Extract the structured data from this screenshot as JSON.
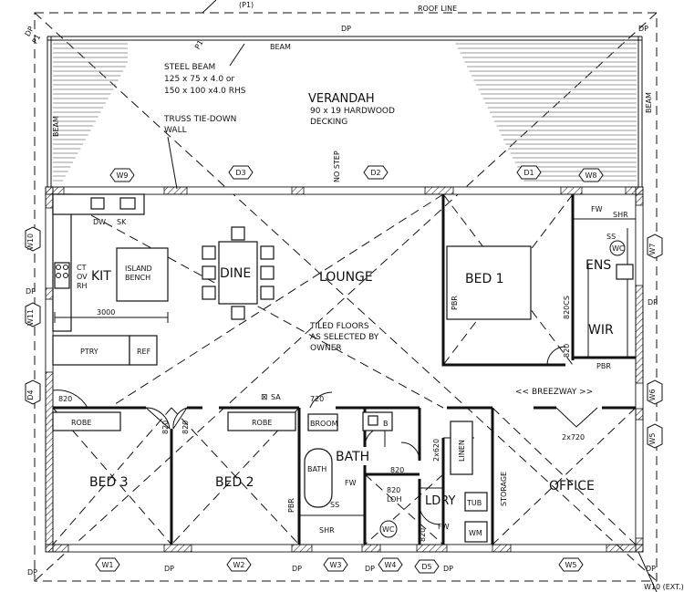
{
  "top_labels": {
    "p1_top": "(P1)",
    "roof_line": "ROOF LINE",
    "p1_left": "P1",
    "p1_mid": "P1"
  },
  "verandah": {
    "beam_top": "BEAM",
    "beam_left": "BEAM",
    "beam_right": "BEAM",
    "steel_beam": [
      "STEEL BEAM",
      "125 x 75 x 4.0 or",
      "150 x 100 x4.0 RHS"
    ],
    "title": "VERANDAH",
    "decking": [
      "90 x 19 HARDWOOD",
      "DECKING"
    ],
    "truss": [
      "TRUSS TIE-DOWN",
      "WALL"
    ],
    "no_step": "NO STEP"
  },
  "rooms": {
    "kit": "KIT",
    "island": [
      "ISLAND",
      "BENCH"
    ],
    "dine": "DINE",
    "lounge": "LOUNGE",
    "bed1": "BED 1",
    "ens": "ENS",
    "wir": "WIR",
    "bed3": "BED 3",
    "bed2": "BED 2",
    "bath": "BATH",
    "ldry": "LDRY",
    "office": "OFFICE",
    "breezeway": "<< BREEZWAY >>"
  },
  "fixtures": {
    "dw": "DW",
    "sk": "SK",
    "ct_ov_rh": [
      "CT",
      "OV",
      "RH"
    ],
    "dim_3000": "3000",
    "ptry": "PTRY",
    "ref": "REF",
    "tiled": [
      "TILED FLOORS",
      "AS SELECTED BY",
      "OWNER"
    ],
    "pbr_bed1": "PBR",
    "pbr_wir": "PBR",
    "pbr_bed2": "PBR",
    "cs820": "820CS",
    "d820_wir": "820",
    "fw_ens": "FW",
    "shr_ens": "SHR",
    "ss_ens": "SS",
    "wc_ens": "WC",
    "robe3": "ROBE",
    "robe2": "ROBE",
    "sa": "SA",
    "d720": "720",
    "broom": "BROOM",
    "b": "B",
    "bath_tub": "BATH",
    "fw_bath": "FW",
    "ss_bath": "SS",
    "shr_bath": "SHR",
    "wc_bath": "WC",
    "linen": "LINEN",
    "d2620": "2x620",
    "d820_ldry": "820",
    "d820_loh": "820",
    "loh": "LOH",
    "tub": "TUB",
    "wm": "WM",
    "fw_ldry": "FW",
    "d820_wc": "820",
    "storage": "STORAGE",
    "d2x720": "2x720",
    "d820_hall": "820",
    "d820_bed3": "820",
    "d820_bed2": "820"
  },
  "tags": {
    "w9": "W9",
    "d3": "D3",
    "d2": "D2",
    "d1": "D1",
    "w8": "W8",
    "w10": "W10",
    "w11": "W11",
    "d4": "D4",
    "w7": "W7",
    "w6": "W6",
    "w5r": "W5",
    "w1": "W1",
    "w2": "W2",
    "w3": "W3",
    "w4": "W4",
    "d5": "D5",
    "w5b": "W5"
  },
  "dp": [
    "DP",
    "DP",
    "DP",
    "DP",
    "DP",
    "DP",
    "DP",
    "DP",
    "DP",
    "DP",
    "DP"
  ],
  "bottom_note": "W10 (EXT.)"
}
